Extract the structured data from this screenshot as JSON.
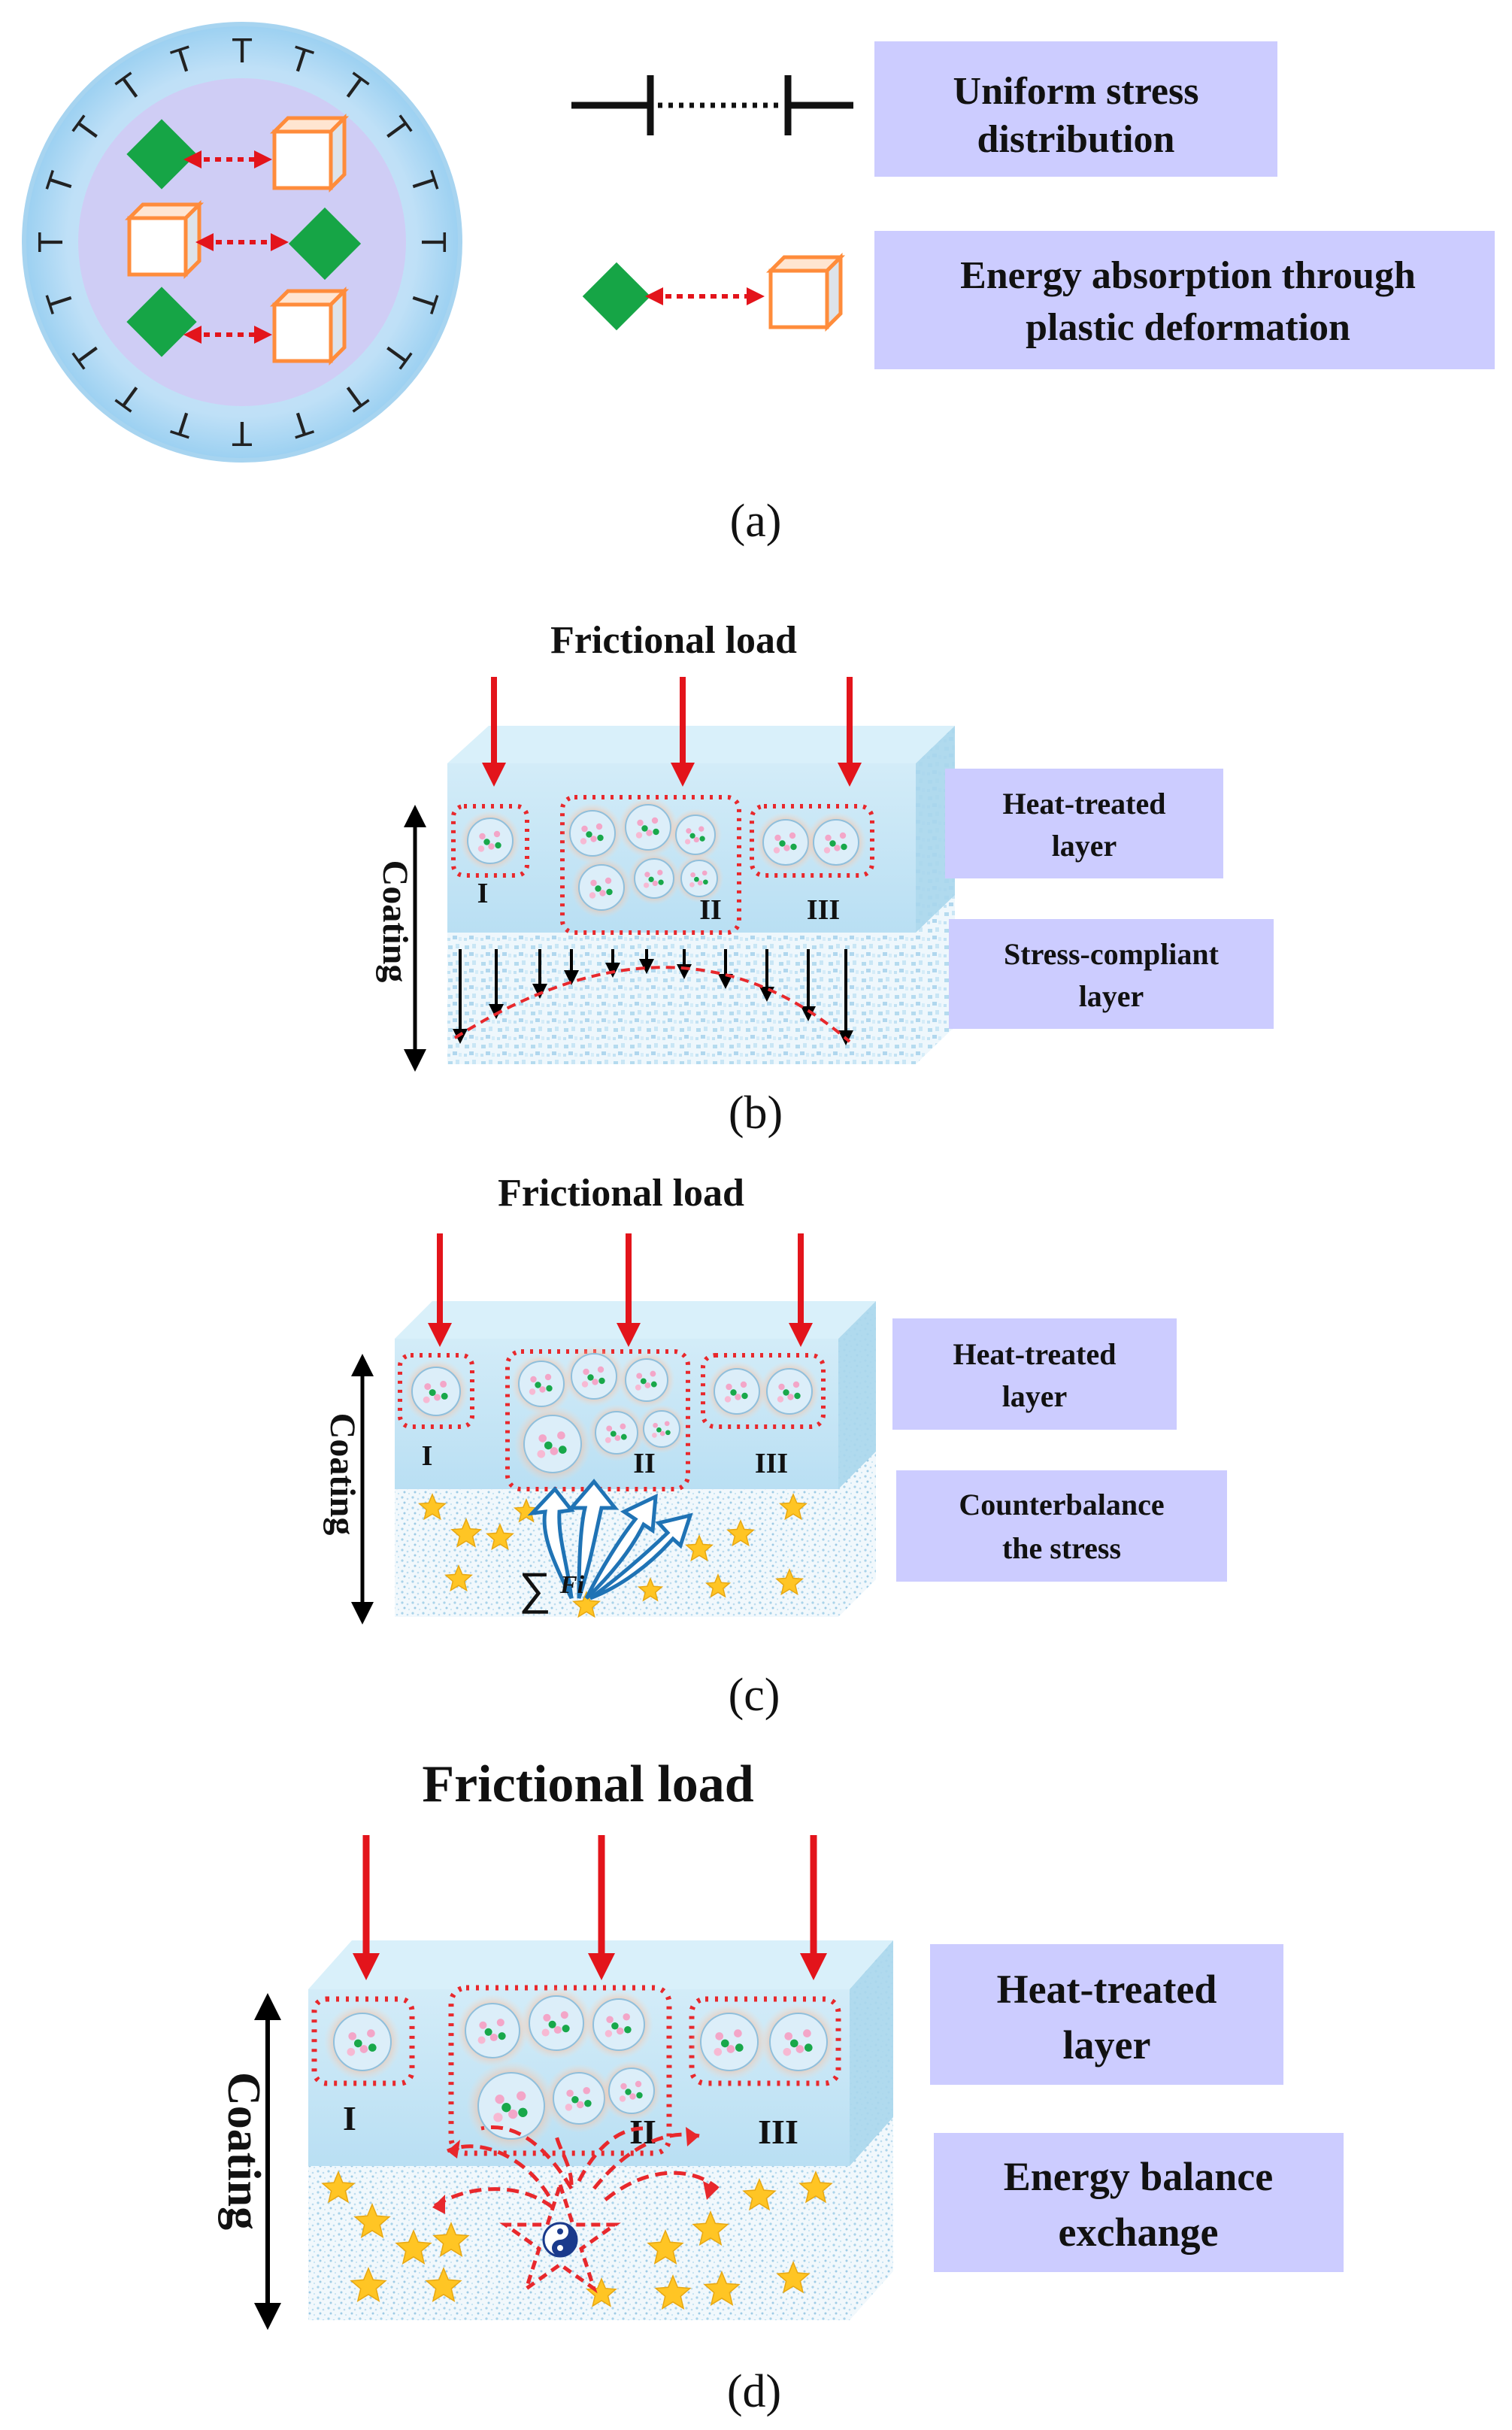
{
  "colors": {
    "label_box": "#ccccff",
    "coating_top": "#c5e6f6",
    "coating_bottom": "#eaf5fb",
    "load_arrow": "#e3141b",
    "diamond": "#16a546",
    "cube": "#ff8c3b",
    "star": "#ffc524",
    "dotted_outline": "#e8282c"
  },
  "panel_a": {
    "caption": "(a)",
    "legend": {
      "dislocation": "Uniform stress distribution",
      "energy": "Energy absorption through plastic deformation"
    },
    "symbol_dislocation": "T"
  },
  "panel_b": {
    "caption": "(b)",
    "load_title": "Frictional load",
    "coating_label": "Coating",
    "top_box": "Heat-treated layer",
    "bottom_box": "Stress-compliant layer",
    "regions": [
      "I",
      "II",
      "III"
    ]
  },
  "panel_c": {
    "caption": "(c)",
    "load_title": "Frictional load",
    "coating_label": "Coating",
    "top_box": "Heat-treated layer",
    "bottom_box": "Counterbalance the stress",
    "regions": [
      "I",
      "II",
      "III"
    ],
    "force_symbol": "∑",
    "force_term": "Fi"
  },
  "panel_d": {
    "caption": "(d)",
    "load_title": "Frictional load",
    "coating_label": "Coating",
    "top_box": "Heat-treated layer",
    "bottom_box": "Energy balance exchange",
    "regions": [
      "I",
      "II",
      "III"
    ]
  }
}
